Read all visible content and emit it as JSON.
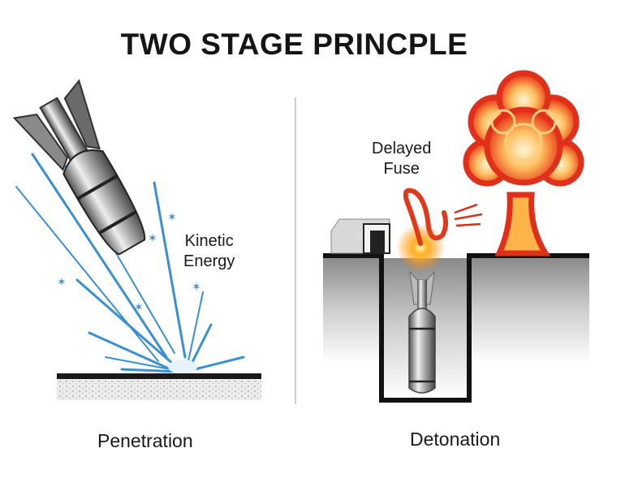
{
  "title": "TWO STAGE PRINCPLE",
  "left_panel": {
    "caption": "Penetration",
    "label_line1": "Kinetic",
    "label_line2": "Energy"
  },
  "right_panel": {
    "caption": "Detonation",
    "label_line1": "Delayed",
    "label_line2": "Fuse"
  },
  "colors": {
    "spray": "#3a8fd0",
    "explosion": "#e0301c",
    "ground": "#1a1a1a"
  }
}
